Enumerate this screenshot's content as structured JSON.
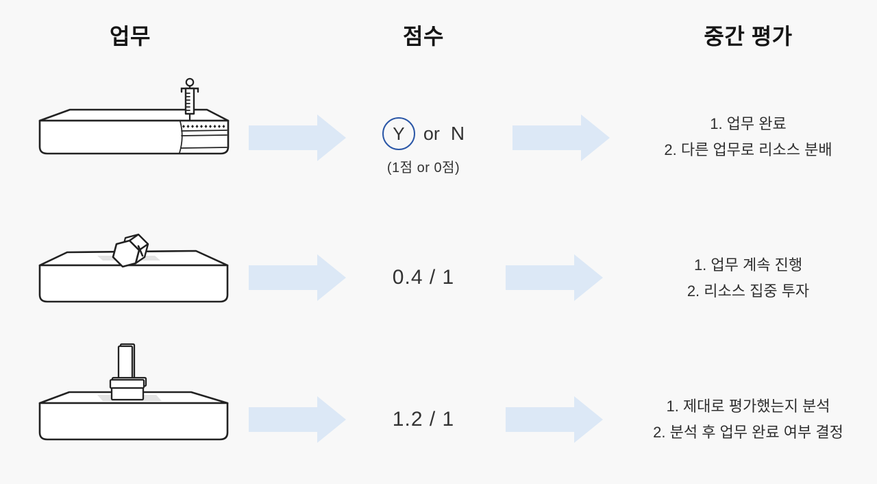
{
  "colors": {
    "background": "#f8f8f8",
    "arrow_fill": "#dce8f6",
    "outline": "#222222",
    "highlight_circle": "#2b57a7",
    "shadow": "#e3e3e3",
    "text": "#333333"
  },
  "headers": [
    {
      "id": "task",
      "label": "업무"
    },
    {
      "id": "score",
      "label": "점수"
    },
    {
      "id": "evaluation",
      "label": "중간 평가"
    }
  ],
  "rows": [
    {
      "task_illustration": "syringe-on-mattress",
      "score": {
        "yes": "Y",
        "or": "or",
        "no": "N",
        "subtext": "(1점 or 0점)"
      },
      "evaluation": [
        "1. 업무 완료",
        "2. 다른 업무로 리소스 분배"
      ]
    },
    {
      "task_illustration": "hex-nut-on-platform",
      "score": {
        "value": "0.4 / 1"
      },
      "evaluation": [
        "1. 업무 계속 진행",
        "2. 리소스 집중 투자"
      ]
    },
    {
      "task_illustration": "t-bolt-on-platform",
      "score": {
        "value": "1.2 / 1"
      },
      "evaluation": [
        "1. 제대로 평가했는지 분석",
        "2. 분석 후 업무 완료 여부 결정"
      ]
    }
  ]
}
